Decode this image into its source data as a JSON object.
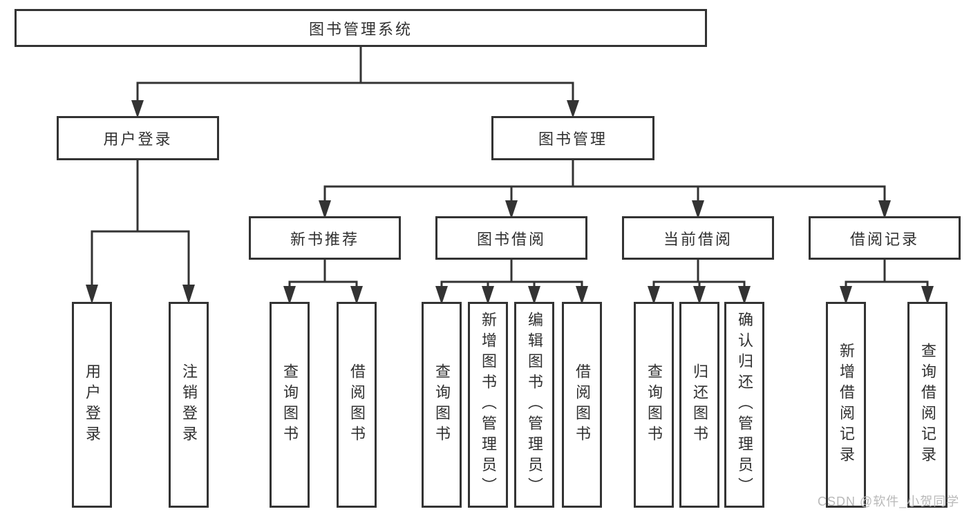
{
  "tree": {
    "root": {
      "label": "图书管理系统",
      "children": [
        {
          "label": "用户登录",
          "children": [
            {
              "label": "用户登录"
            },
            {
              "label": "注销登录"
            }
          ]
        },
        {
          "label": "图书管理",
          "children": [
            {
              "label": "新书推荐",
              "children": [
                {
                  "label": "查询图书"
                },
                {
                  "label": "借阅图书"
                }
              ]
            },
            {
              "label": "图书借阅",
              "children": [
                {
                  "label": "查询图书"
                },
                {
                  "label": "新增图书（管理员）"
                },
                {
                  "label": "编辑图书（管理员）"
                },
                {
                  "label": "借阅图书"
                }
              ]
            },
            {
              "label": "当前借阅",
              "children": [
                {
                  "label": "查询图书"
                },
                {
                  "label": "归还图书"
                },
                {
                  "label": "确认归还（管理员）"
                }
              ]
            },
            {
              "label": "借阅记录",
              "children": [
                {
                  "label": "新增借阅记录"
                },
                {
                  "label": "查询借阅记录"
                }
              ]
            }
          ]
        }
      ]
    }
  },
  "watermark": {
    "text": "CSDN @软件_小贺同学"
  },
  "colors": {
    "line": "#333333",
    "box_border": "#333333",
    "text": "#303030",
    "watermark": "#b9b9b9",
    "background": "#ffffff"
  }
}
